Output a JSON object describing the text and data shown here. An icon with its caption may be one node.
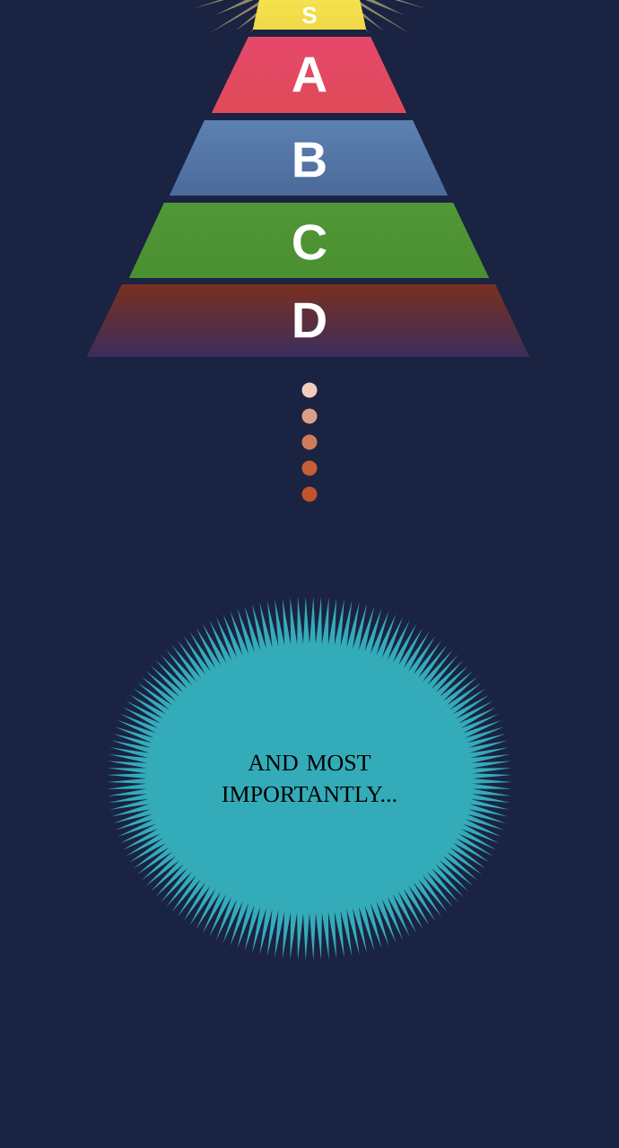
{
  "diagram": {
    "nodes": [
      {
        "text": [
          "S"
        ]
      },
      {
        "text": [
          "A"
        ]
      },
      {
        "text": [
          "B"
        ]
      },
      {
        "text": [
          "C"
        ]
      },
      {
        "text": [
          "D"
        ]
      },
      {
        "text": [
          "AND MOST IMPORTANTLY..."
        ]
      }
    ]
  }
}
